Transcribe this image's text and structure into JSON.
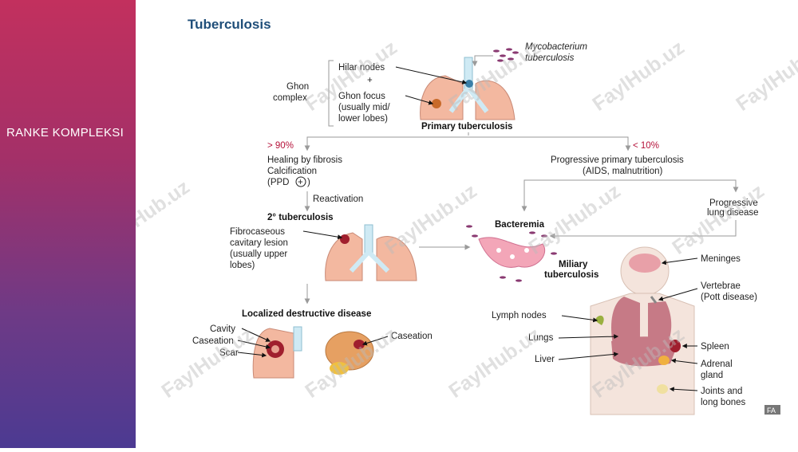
{
  "slide": {
    "sidebar_title": "RANKE KOMPLEKSI",
    "figure_title": "Tuberculosis"
  },
  "primary": {
    "ghon_complex": [
      "Ghon",
      "complex"
    ],
    "hilar_nodes": "Hilar nodes",
    "plus": "+",
    "ghon_focus": [
      "Ghon focus",
      "(usually mid/",
      "lower lobes)"
    ],
    "organism": [
      "Mycobacterium",
      "tuberculosis"
    ],
    "label": "Primary tuberculosis"
  },
  "branches": {
    "left_pct": "> 90%",
    "right_pct": "< 10%",
    "healing": [
      "Healing by fibrosis",
      "Calcification",
      "(PPD"
    ],
    "ppd_symbol": "+",
    "progressive_primary": [
      "Progressive primary tuberculosis",
      "(AIDS, malnutrition)"
    ],
    "progressive_lung": [
      "Progressive",
      "lung disease"
    ],
    "reactivation": "Reactivation"
  },
  "secondary": {
    "label": "2° tuberculosis",
    "lesion": [
      "Fibrocaseous",
      "cavitary lesion",
      "(usually upper",
      "lobes)"
    ]
  },
  "localized": {
    "label": "Localized destructive disease",
    "cavity": "Cavity",
    "caseation_left": "Caseation",
    "scar": "Scar",
    "caseation_right": "Caseation"
  },
  "miliary": {
    "bacteremia": "Bacteremia",
    "label": [
      "Miliary",
      "tuberculosis"
    ]
  },
  "sites": {
    "meninges": "Meninges",
    "vertebrae": [
      "Vertebrae",
      "(Pott disease)"
    ],
    "lymph_nodes": "Lymph nodes",
    "lungs": "Lungs",
    "liver": "Liver",
    "spleen": "Spleen",
    "adrenal": [
      "Adrenal",
      "gland"
    ],
    "joints": [
      "Joints and",
      "long bones"
    ]
  },
  "watermark": "FaylHub.uz",
  "corner_badge": "FA",
  "colors": {
    "sidebar_top": "#c2305e",
    "sidebar_bottom": "#4c3a92",
    "title_blue": "#1f4e79",
    "percent_red": "#b5123a",
    "lung_pink": "#f3b8a0",
    "lesion_red": "#a01f2e"
  }
}
